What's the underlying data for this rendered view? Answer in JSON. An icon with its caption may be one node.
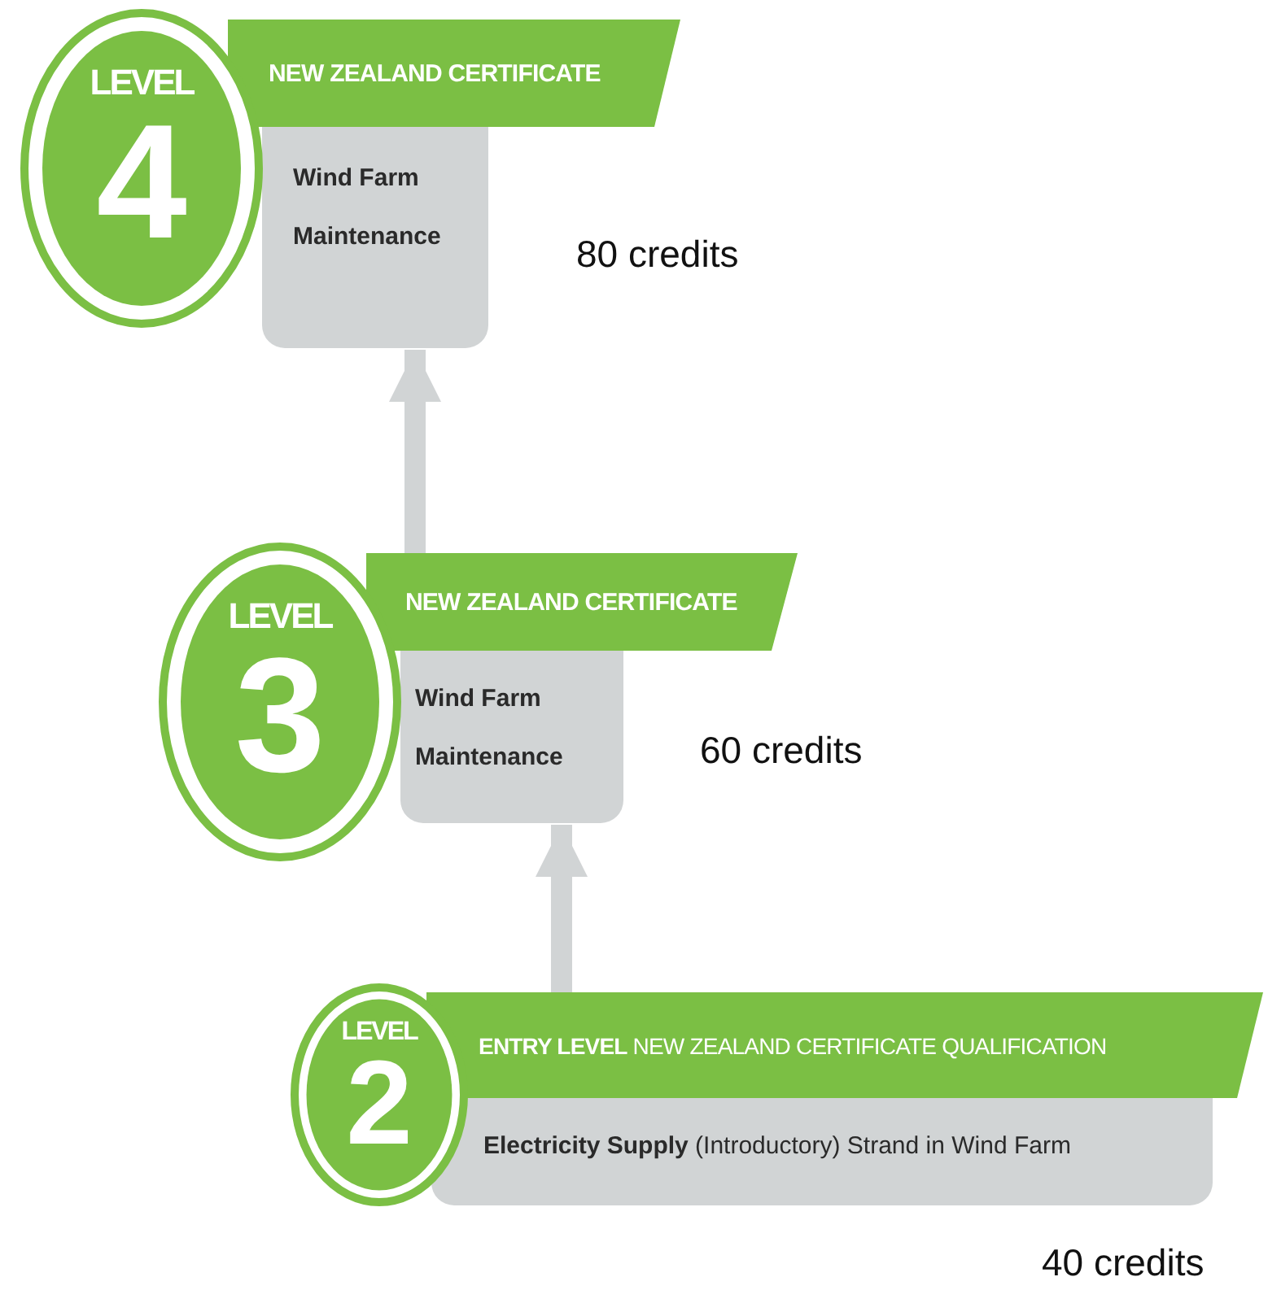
{
  "diagram": {
    "nodes": [
      {
        "text": [
          "LEVEL",
          "4"
        ]
      },
      {
        "text": [
          "NEW ZEALAND CERTIFICATE"
        ]
      },
      {
        "text": [
          "Wind Farm Maintenance"
        ],
        "beside": [
          "80 credits"
        ]
      },
      {
        "text": [
          "LEVEL",
          "3"
        ]
      },
      {
        "text": [
          "NEW ZEALAND CERTIFICATE"
        ]
      },
      {
        "text": [
          "Wind Farm Maintenance"
        ],
        "beside": [
          "60 credits"
        ]
      },
      {
        "text": [
          "LEVEL",
          "2"
        ]
      },
      {
        "text": [
          "**ENTRY LEVEL** NEW ZEALAND CERTIFICATE QUALIFICATION"
        ]
      },
      {
        "text": [
          "**Electricity Supply** (Introductory) Strand in Wind Farm"
        ],
        "beside": [
          "40 credits"
        ]
      }
    ],
    "edges": [
      {
        "from": 4,
        "to": 2,
        "arrow": "to"
      },
      {
        "from": 7,
        "to": 5,
        "arrow": "to"
      }
    ]
  }
}
